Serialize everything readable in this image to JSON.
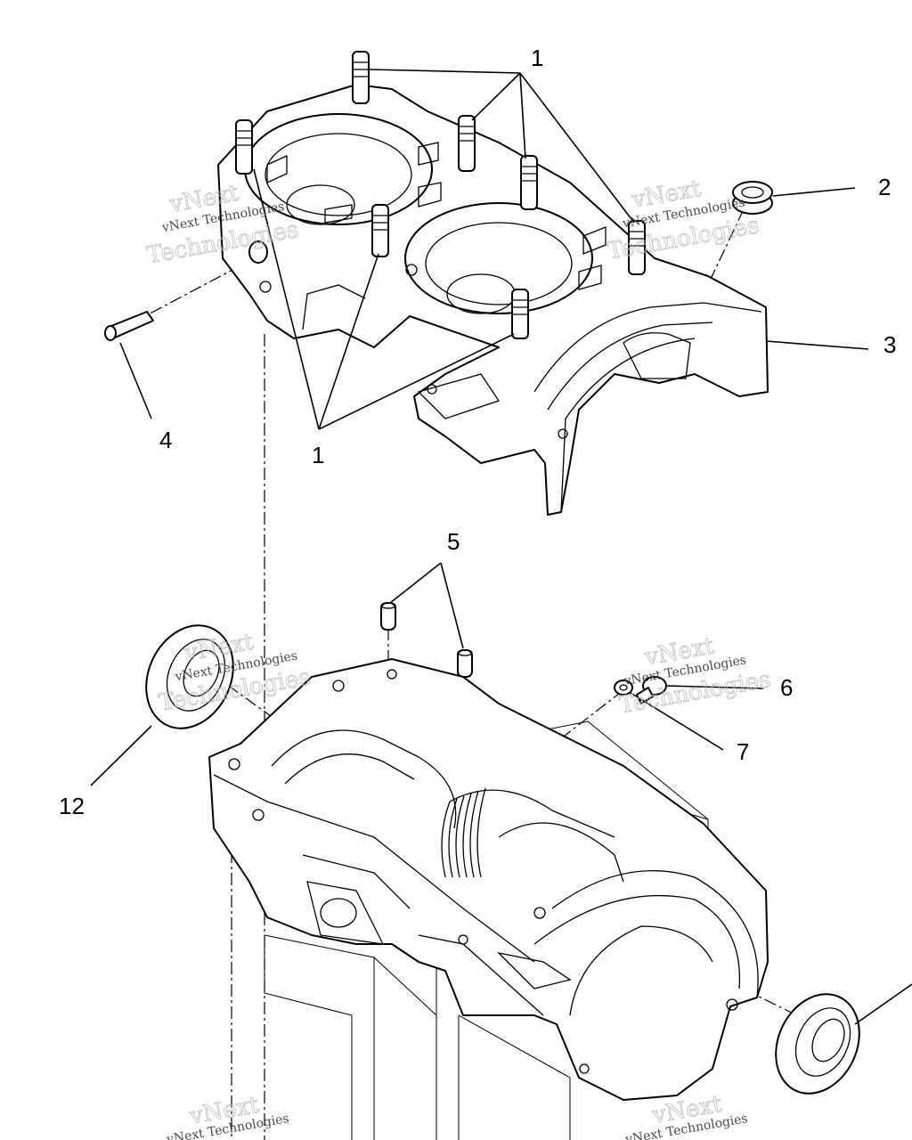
{
  "callouts": {
    "c1_top": "1",
    "c1_bottom": "1",
    "c2": "2",
    "c3": "3",
    "c4": "4",
    "c5": "5",
    "c6": "6",
    "c7": "7",
    "c12": "12"
  },
  "watermark": {
    "brand": "vNext",
    "name": "vNext Technologies",
    "tech": "Technologies"
  }
}
